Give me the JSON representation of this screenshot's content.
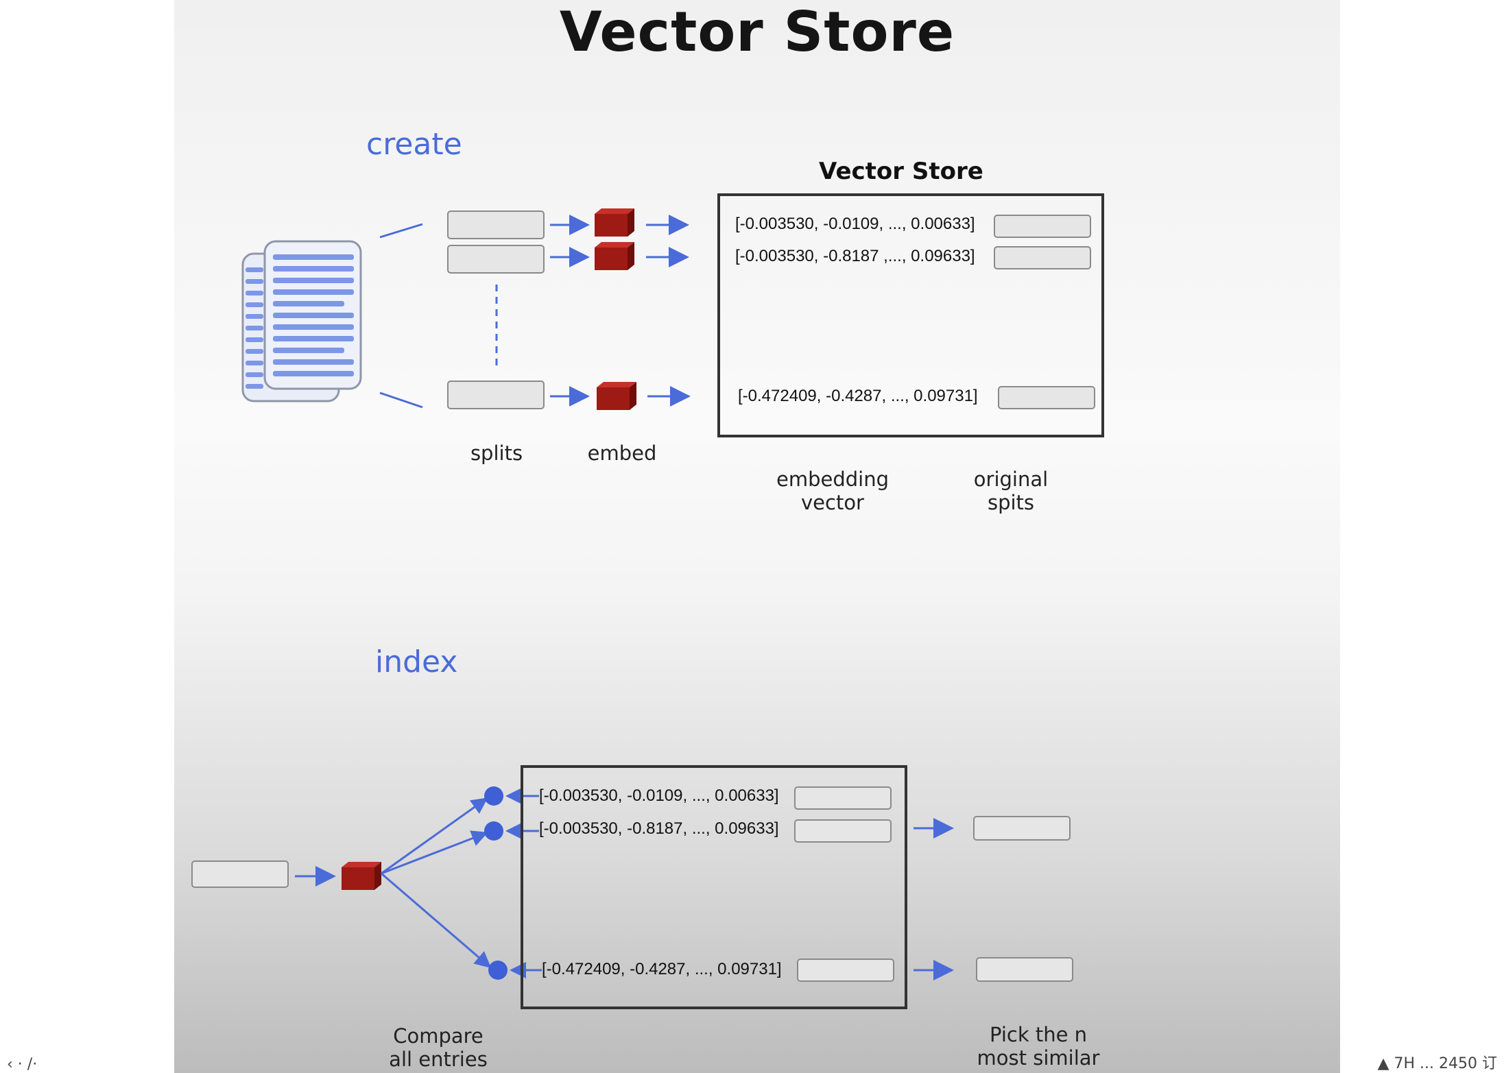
{
  "title": "Vector Store",
  "create": {
    "section_label": "create",
    "splits_label": "splits",
    "embed_label": "embed",
    "store": {
      "title": "Vector Store",
      "vectors": [
        "[-0.003530, -0.0109, ..., 0.00633]",
        "[-0.003530, -0.8187 ,..., 0.09633]",
        "[-0.472409, -0.4287, ..., 0.09731]"
      ],
      "col_left_label_1": "embedding",
      "col_left_label_2": "vector",
      "col_right_label_1": "original",
      "col_right_label_2": "spits"
    }
  },
  "index": {
    "section_label": "index",
    "vectors": [
      "[-0.003530, -0.0109, ..., 0.00633]",
      "[-0.003530, -0.8187, ..., 0.09633]",
      "[-0.472409, -0.4287, ..., 0.09731]"
    ],
    "compare_label_1": "Compare",
    "compare_label_2": "all entries",
    "pick_label_1": "Pick the n",
    "pick_label_2": "most similar"
  },
  "colors": {
    "accent_blue": "#4a6bd8",
    "cube_red": "#9e1a14",
    "doc_lines": "#7c96e8"
  },
  "footer": {
    "left": "‹ · /·",
    "right": "▲ 7H ... 2450 订"
  }
}
